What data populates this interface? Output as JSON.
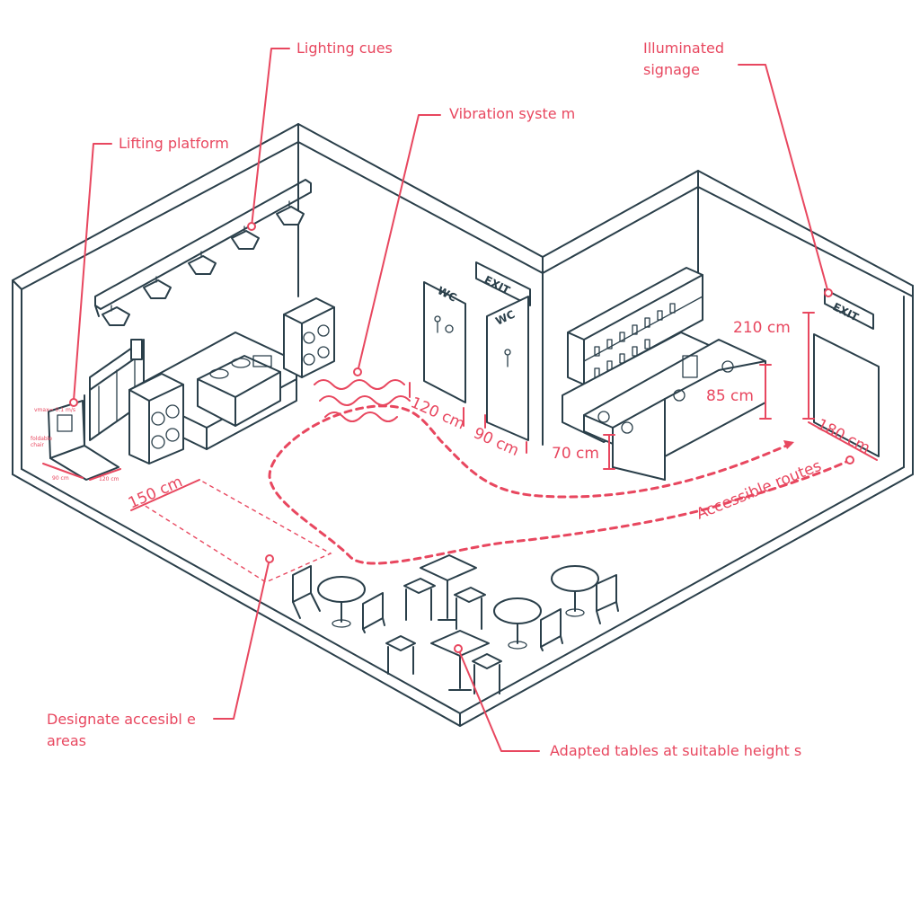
{
  "labels": {
    "lighting_cues": "Lighting cues",
    "illuminated_signage_line1": "Illuminated",
    "illuminated_signage_line2": "signage",
    "vibration_system": "Vibration syste m",
    "lifting_platform": "Lifting platform",
    "designate_areas_line1": "Designate accesibl e",
    "designate_areas_line2": "areas",
    "adapted_tables": "Adapted tables at suitable height s",
    "accessible_routes": "Accessible routes"
  },
  "dimensions": {
    "signage_height": "210 cm",
    "bar_height": "85 cm",
    "bar_low_height": "70 cm",
    "exit_width": "180 cm",
    "wc_door_1": "120 cm",
    "wc_door_2": "90 cm",
    "accessible_area": "150 cm",
    "platform_depth": "90 cm",
    "platform_width": "120 cm",
    "platform_speed": "vmax= 0.1 m/s",
    "platform_chair_1": "foldable",
    "platform_chair_2": "chair"
  },
  "signs": {
    "exit_top": "EXIT",
    "exit_right": "EXIT",
    "wc_1": "WC",
    "wc_2": "WC"
  },
  "colors": {
    "annotation": "#e8475f",
    "line": "#2a3f4a",
    "background": "#ffffff"
  }
}
